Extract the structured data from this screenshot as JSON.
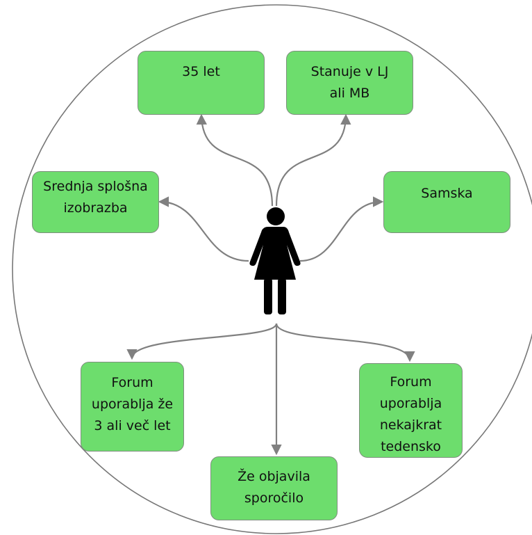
{
  "diagram": {
    "nodes": {
      "age": "35 let",
      "residence": "Stanuje v LJ\nali MB",
      "education": "Srednja splošna\nizobrazba",
      "status": "Samska",
      "forum_years": "Forum\nuporablja že\n3 ali več let",
      "posted": "Že objavila\nsporočilo",
      "forum_frequency": "Forum\nuporablja\nnekajkrat\ntedensko"
    },
    "center_icon": "woman-person-icon",
    "colors": {
      "node_fill": "#6ddd6d",
      "node_border": "#7e8f7e",
      "arrow": "#808080",
      "circle": "#777777",
      "icon": "#000000"
    }
  }
}
